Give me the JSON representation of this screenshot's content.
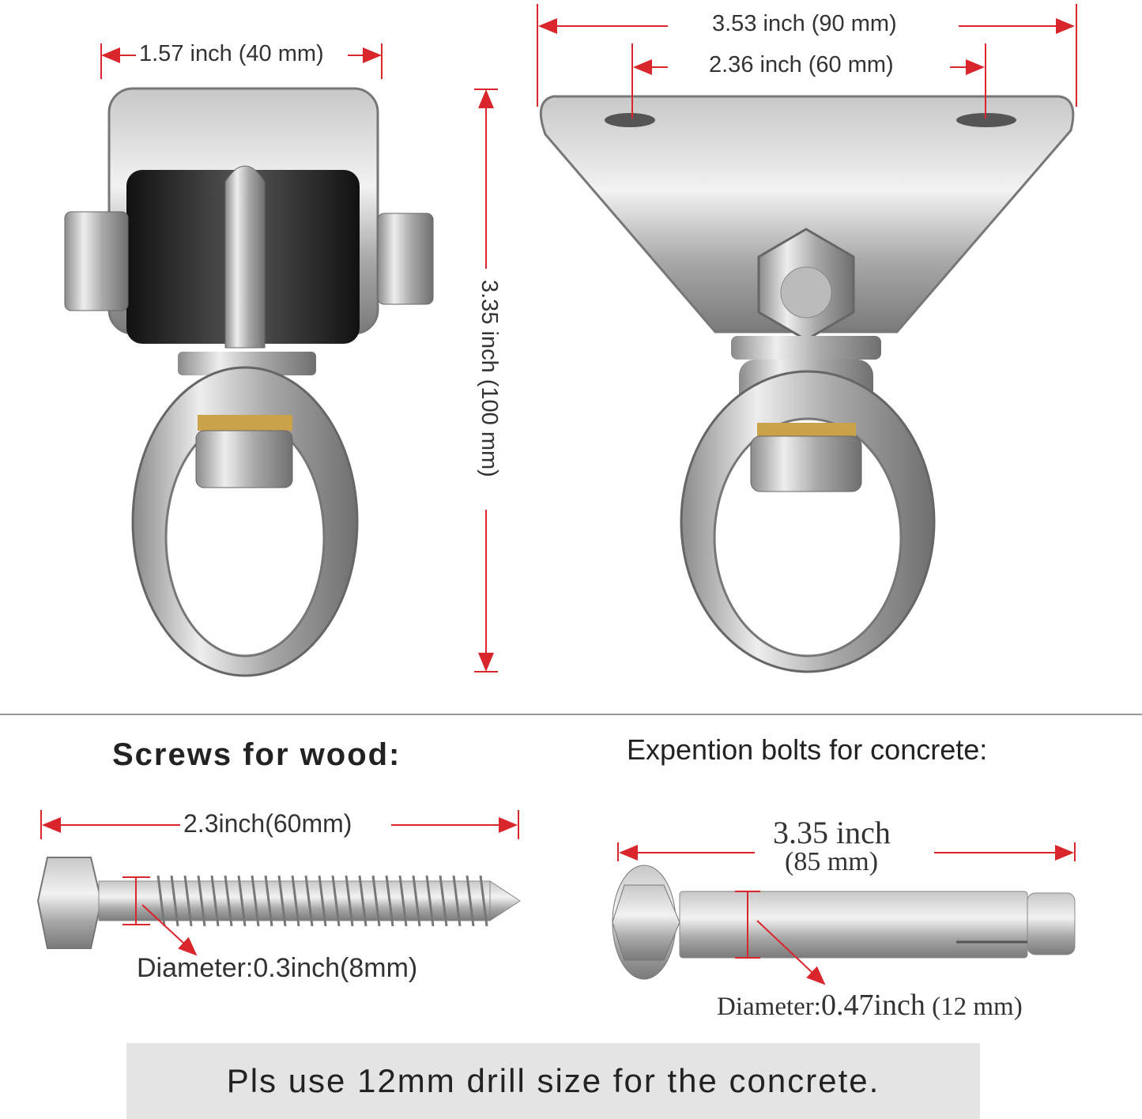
{
  "swivel_hanger_left": {
    "width_label": "1.57 inch (40 mm)",
    "height_label": "3.35 inch  (100 mm)"
  },
  "swivel_hanger_right": {
    "plate_width_label": "3.53 inch (90 mm)",
    "hole_spacing_label": "2.36 inch (60 mm)"
  },
  "wood_screws": {
    "heading": "Screws for wood:",
    "length_label": "2.3inch(60mm)",
    "diameter_label": "Diameter:0.3inch(8mm)"
  },
  "concrete_bolts": {
    "heading": "Expention bolts for concrete:",
    "length_label": "3.35 inch",
    "length_mm_label": "(85 mm)",
    "diameter_prefix": "Diameter:",
    "diameter_value": "0.47inch",
    "diameter_mm": "(12 mm)"
  },
  "notice": "Pls use 12mm drill size for the concrete.",
  "colors": {
    "dimension_arrow": "#d9262c",
    "banner_bg": "#e4e4e4"
  }
}
